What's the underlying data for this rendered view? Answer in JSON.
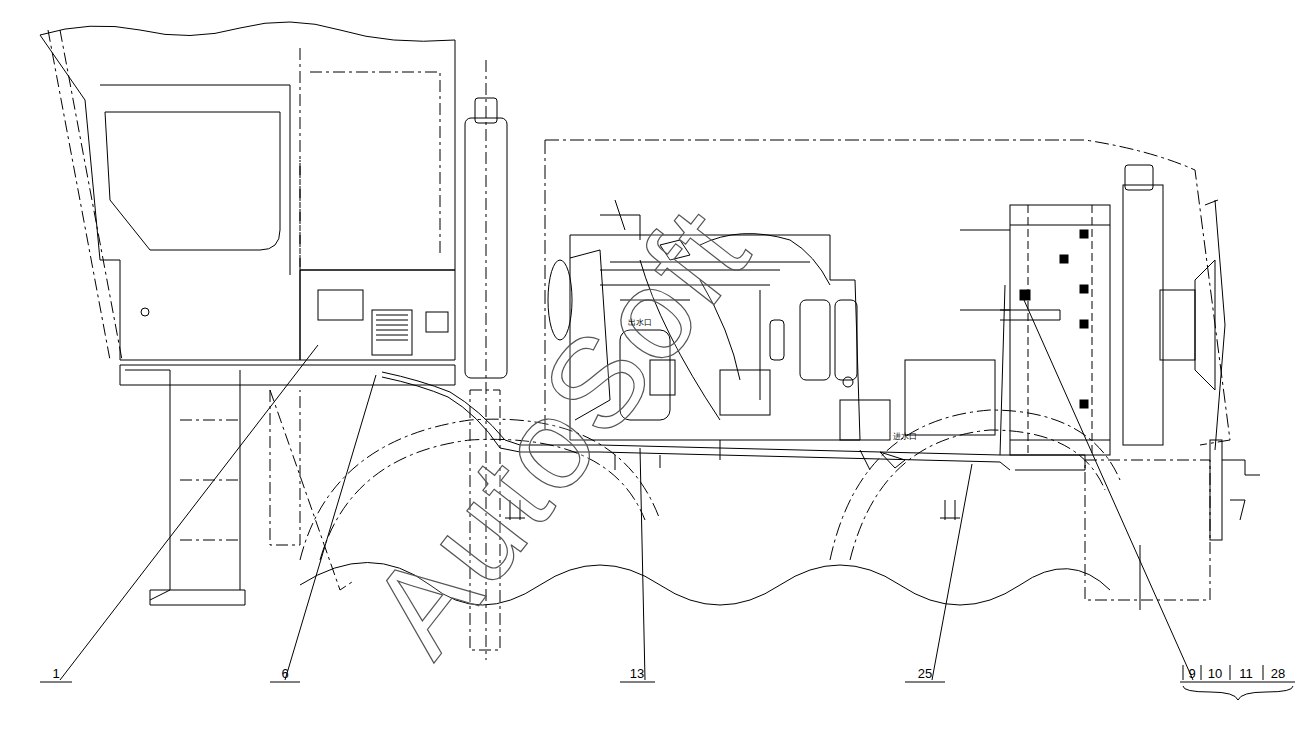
{
  "diagram": {
    "labels": [
      "1",
      "6",
      "13",
      "25",
      "9",
      "10",
      "11",
      "28",
      "AutoSoft",
      "出水口",
      "进水口"
    ]
  }
}
